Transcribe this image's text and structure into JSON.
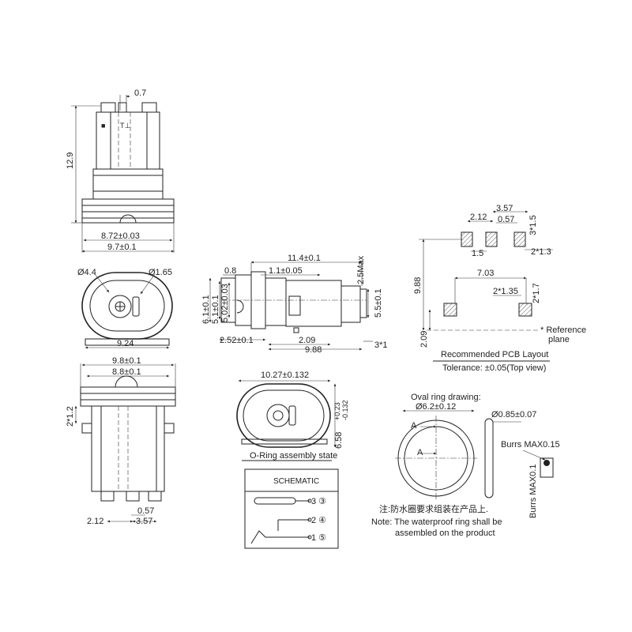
{
  "top_view": {
    "dim_pin_pitch": "0.7",
    "dim_height": "12.9",
    "dim_inner_width": "8.72±0.03",
    "dim_outer_width": "9.7±0.1"
  },
  "oval_view": {
    "dim_hole_large": "Ø4.4",
    "dim_hole_small": "Ø1.65",
    "dim_width": "9.24"
  },
  "side_view": {
    "dim_length": "11.4±0.1",
    "dim_max": "2.5Max",
    "dim_a": "0.8",
    "dim_b": "1.1±0.05",
    "dim_h1": "6.1±0.1",
    "dim_h2": "5.1±0.1",
    "dim_h3": "5.02±0.03",
    "dim_h4": "5.5±0.1",
    "dim_c": "2.52±0.1",
    "dim_d": "2.09",
    "dim_e": "9.88",
    "dim_f": "3*1"
  },
  "pcb_layout": {
    "dim_a": "3.57",
    "dim_b": "2.12",
    "dim_c": "0.57",
    "dim_d": "3*1.5",
    "dim_e": "1.5",
    "dim_f": "2*1.3",
    "dim_g": "9.88",
    "dim_h": "7.03",
    "dim_i": "2*1.35",
    "dim_j": "2*1.7",
    "dim_k": "2.09",
    "reference_label_1": "* Reference",
    "reference_label_2": "plane",
    "title": "Recommended PCB Layout",
    "tolerance": "Tolerance: ±0.05(Top view)"
  },
  "front_view": {
    "dim_outer": "9.8±0.1",
    "dim_inner": "8.8±0.1",
    "dim_pin": "2*1.2",
    "dim_a": "0.57",
    "dim_b": "2.12",
    "dim_c": "3.57"
  },
  "oring_view": {
    "dim_width": "10.27±0.132",
    "dim_height": "6.58",
    "dim_tol_plus": "+0.23",
    "dim_tol_minus": "-0.132",
    "caption": "O-Ring assembly state"
  },
  "schematic": {
    "title": "SCHEMATIC",
    "pin_row_1": "3 ③",
    "pin_row_2": "2 ④",
    "pin_row_3": "1 ⑤"
  },
  "oval_ring": {
    "title": "Oval ring drawing:",
    "dim_diameter": "Ø6.2±0.12",
    "dim_wire": "Ø0.85±0.07",
    "section_mark": "A",
    "burrs_1": "Burrs MAX0.15",
    "burrs_2": "Burrs MAX0.1"
  },
  "notes": {
    "chinese": "注:防水圈要求组装在产品上.",
    "english_1": "Note: The waterproof ring shall be",
    "english_2": "assembled on the product"
  }
}
